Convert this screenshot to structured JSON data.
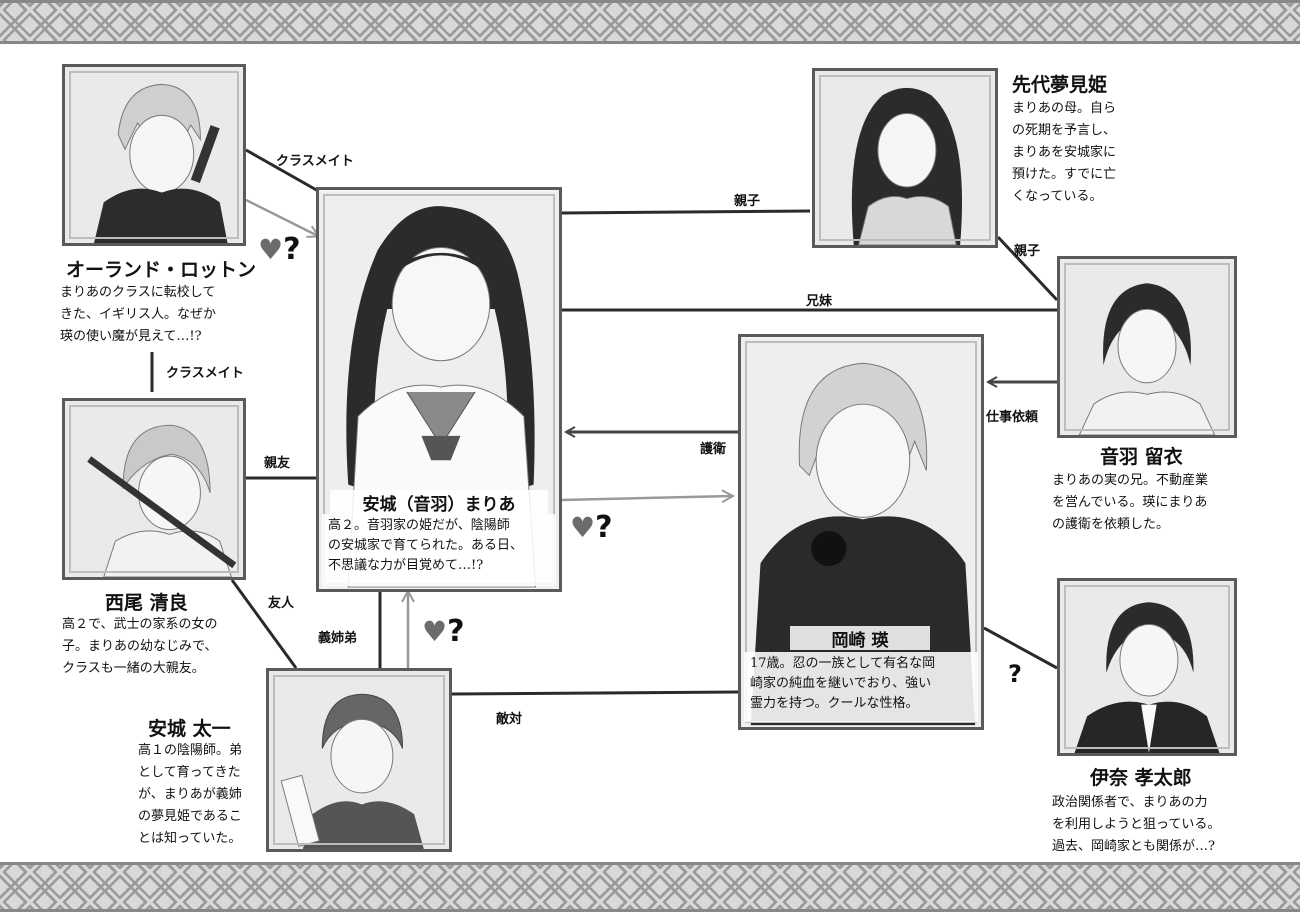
{
  "characters": {
    "mariya": {
      "name": "安城（音羽）まりあ",
      "desc": [
        "高２。音羽家の姫だが、陰陽師",
        "の安城家で育てられた。ある日、",
        "不思議な力が目覚めて…!?"
      ]
    },
    "orland": {
      "name": "オーランド・ロットン",
      "desc": [
        "まりあのクラスに転校して",
        "きた、イギリス人。なぜか",
        "瑛の使い魔が見えて…!?"
      ]
    },
    "kiyora": {
      "name": "西尾 清良",
      "desc": [
        "高２で、武士の家系の女の",
        "子。まりあの幼なじみで、",
        "クラスも一緒の大親友。"
      ]
    },
    "taichi": {
      "name": "安城 太一",
      "desc": [
        "高１の陰陽師。弟",
        "として育ってきた",
        "が、まりあが義姉",
        "の夢見姫であるこ",
        "とは知っていた。"
      ]
    },
    "mother": {
      "name": "先代夢見姫",
      "desc": [
        "まりあの母。自ら",
        "の死期を予言し、",
        "まりあを安城家に",
        "預けた。すでに亡",
        "くなっている。"
      ]
    },
    "rui": {
      "name": "音羽 留衣",
      "desc": [
        "まりあの実の兄。不動産業",
        "を営んでいる。瑛にまりあ",
        "の護衛を依頼した。"
      ]
    },
    "akira": {
      "name": "岡崎 瑛",
      "desc": [
        "17歳。忍の一族として有名な岡",
        "崎家の純血を継いでおり、強い",
        "霊力を持つ。クールな性格。"
      ]
    },
    "kotaro": {
      "name": "伊奈 孝太郎",
      "desc": [
        "政治関係者で、まりあの力",
        "を利用しようと狙っている。",
        "過去、岡崎家とも関係が…?"
      ]
    }
  },
  "relations": {
    "orland_mariya": "クラスメイト",
    "orland_kiyora": "クラスメイト",
    "kiyora_mariya": "親友",
    "kiyora_taichi": "友人",
    "taichi_mariya": "義姉弟",
    "mother_mariya": "親子",
    "mother_rui": "親子",
    "rui_mariya": "兄妹",
    "rui_akira": "仕事依頼",
    "akira_mariya": "護衛",
    "taichi_akira": "敵対"
  },
  "symbols": {
    "heart": "♥",
    "question": "?"
  }
}
